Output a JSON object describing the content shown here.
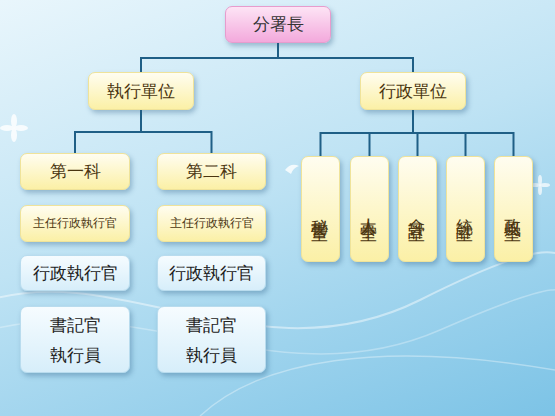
{
  "diagram": {
    "nodes": [
      {
        "text": [
          "分署長"
        ]
      },
      {
        "text": [
          "執行單位"
        ]
      },
      {
        "text": [
          "行政單位"
        ]
      },
      {
        "text": [
          "第一科"
        ]
      },
      {
        "text": [
          "第二科"
        ]
      },
      {
        "text": [
          "主任行政執行官"
        ]
      },
      {
        "text": [
          "行政執行官"
        ]
      },
      {
        "text": [
          "書記官 執行員"
        ]
      },
      {
        "text": [
          "主任行政執行官"
        ]
      },
      {
        "text": [
          "行政執行官"
        ]
      },
      {
        "text": [
          "書記官 執行員"
        ]
      },
      {
        "text": [
          "秘書室"
        ]
      },
      {
        "text": [
          "人事室"
        ]
      },
      {
        "text": [
          "會計室"
        ]
      },
      {
        "text": [
          "統計室"
        ]
      },
      {
        "text": [
          "政風室"
        ]
      }
    ],
    "edges": [
      {
        "from": 0,
        "to": 1,
        "arrow": "none"
      },
      {
        "from": 0,
        "to": 2,
        "arrow": "none"
      },
      {
        "from": 1,
        "to": 3,
        "arrow": "none"
      },
      {
        "from": 1,
        "to": 4,
        "arrow": "none"
      },
      {
        "from": 2,
        "to": 11,
        "arrow": "none"
      },
      {
        "from": 2,
        "to": 12,
        "arrow": "none"
      },
      {
        "from": 2,
        "to": 13,
        "arrow": "none"
      },
      {
        "from": 2,
        "to": 14,
        "arrow": "none"
      },
      {
        "from": 2,
        "to": 15,
        "arrow": "none"
      }
    ]
  }
}
